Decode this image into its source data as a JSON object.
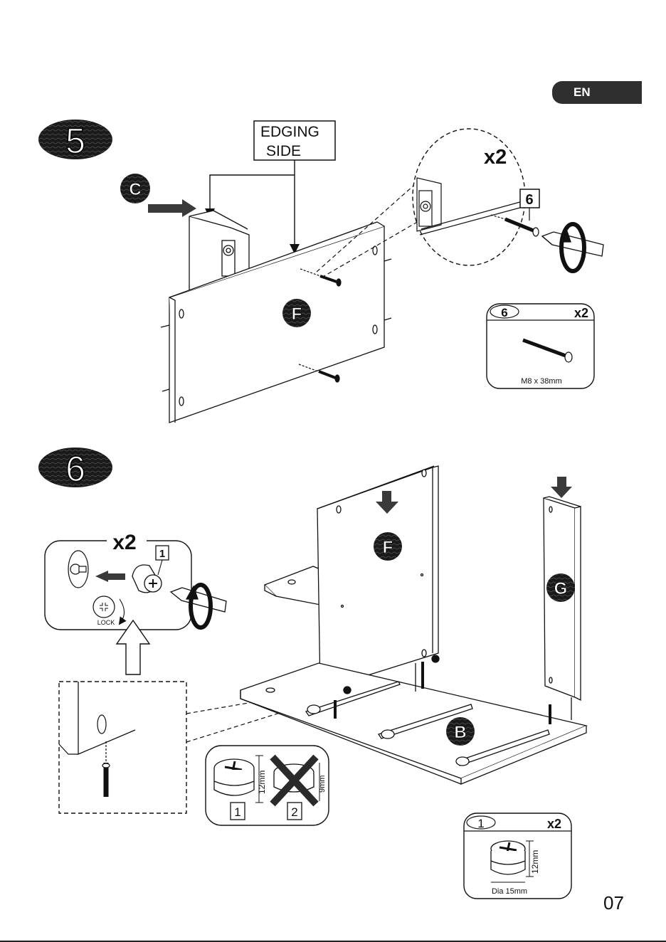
{
  "header": {
    "language": "EN"
  },
  "page_number": "07",
  "step5": {
    "number": "5",
    "edging_label_line1": "EDGING",
    "edging_label_line2": "SIDE",
    "panel_c": "C",
    "panel_f": "F",
    "quantity": "x2",
    "part_tag": "6",
    "part_box": {
      "part": "6",
      "qty": "x2",
      "spec": "M8 x 38mm"
    }
  },
  "step6": {
    "number": "6",
    "panel_f": "F",
    "panel_g": "G",
    "panel_b": "B",
    "inset": {
      "qty": "x2",
      "part": "1",
      "lock_label": "LOCK"
    },
    "orientation": {
      "good_label": "1",
      "bad_label": "2",
      "good_dim": "12mm",
      "bad_dim": "9mm"
    },
    "part_box": {
      "part": "1",
      "qty": "x2",
      "dim": "12mm",
      "dia": "Dia 15mm"
    }
  },
  "colors": {
    "ink": "#111111",
    "badge": "#2f2f2f",
    "arrow": "#3a3a3a"
  }
}
